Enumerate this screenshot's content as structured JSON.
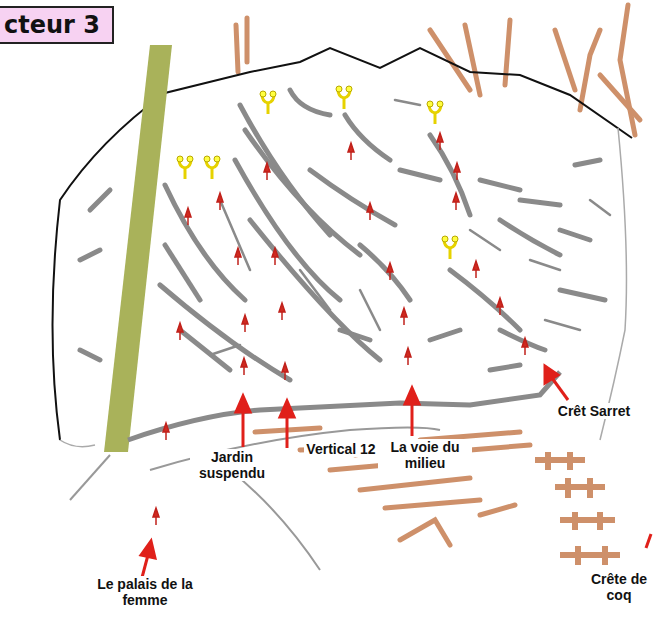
{
  "diagram": {
    "title": "cteur 3",
    "labels": [
      "Jardin suspendu",
      "Vertical 12",
      "La voie du milieu",
      "Crêt Sarret",
      "Le palais de la femme",
      "Crête de coq"
    ]
  }
}
